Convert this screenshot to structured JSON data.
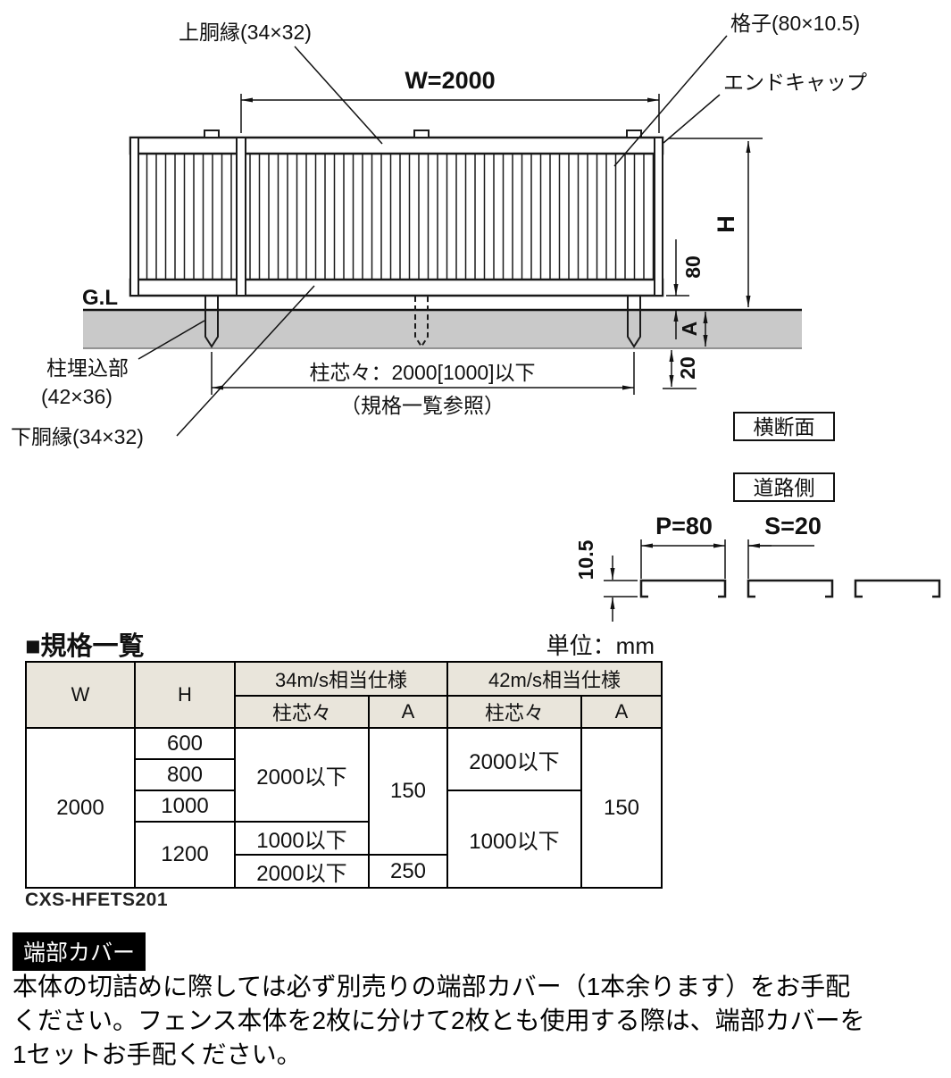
{
  "diagram": {
    "top_rail_label": "上胴縁(34×32)",
    "lattice_label": "格子(80×10.5)",
    "end_cap_label": "エンドキャップ",
    "width_dim": "W=2000",
    "height_dim": "H",
    "clearance_dim": "80",
    "ground_line": "G.L",
    "embed_depth_dim": "A",
    "depth_20_dim": "20",
    "post_embed_label_1": "柱埋込部",
    "post_embed_label_2": "(42×36)",
    "post_pitch_label": "柱芯々：2000[1000]以下",
    "post_pitch_note": "（規格一覧参照）",
    "bottom_rail_label": "下胴縁(34×32)",
    "cross_section_label": "横断面",
    "road_side_label": "道路側",
    "thickness_dim": "10.5",
    "pitch_dim": "P=80",
    "spacing_dim": "S=20"
  },
  "spec": {
    "heading": "■規格一覧",
    "unit_label": "単位：mm",
    "model_code": "CXS-HFETS201",
    "table": {
      "col_w": "W",
      "col_h": "H",
      "group_34ms": "34m/s相当仕様",
      "group_42ms": "42m/s相当仕様",
      "sub_pitch": "柱芯々",
      "sub_a": "A",
      "w_value": "2000",
      "h_values": [
        "600",
        "800",
        "1000",
        "1200"
      ],
      "pitch34_rows123": "2000以下",
      "pitch34_row4a": "1000以下",
      "pitch34_row4b": "2000以下",
      "a34_main": "150",
      "a34_row4b": "250",
      "pitch42_rows12": "2000以下",
      "pitch42_rows345": "1000以下",
      "a42_all": "150"
    }
  },
  "notes": {
    "badge": "端部カバー",
    "line1": "本体の切詰めに際しては必ず別売りの端部カバー（1本余ります）をお手配",
    "line2": "ください。フェンス本体を2枚に分けて2枚とも使用する際は、端部カバーを",
    "line3": "1セットお手配ください。"
  },
  "colors": {
    "ground_band": "#c9c9c9",
    "table_header_bg": "#e9e5db",
    "badge_bg": "#000000"
  }
}
